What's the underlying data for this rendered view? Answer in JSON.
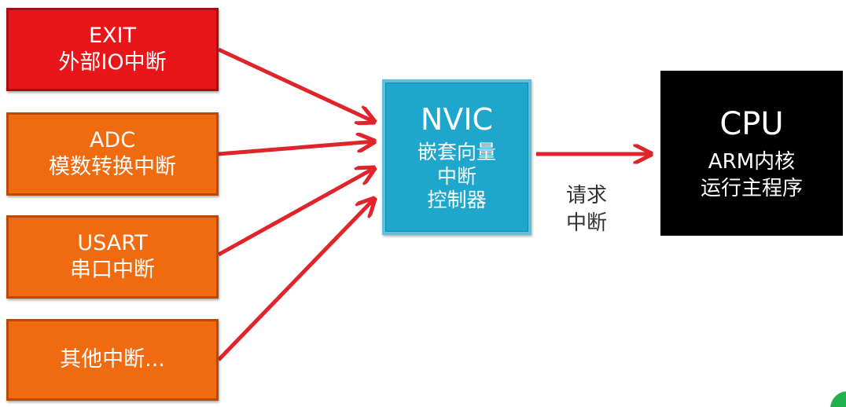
{
  "sources": [
    {
      "line1": "EXIT",
      "line2": "外部IO中断"
    },
    {
      "line1": "ADC",
      "line2": "模数转换中断"
    },
    {
      "line1": "USART",
      "line2": "串口中断"
    },
    {
      "line1": "",
      "line2": "其他中断..."
    }
  ],
  "nvic": {
    "title": "NVIC",
    "line1": "嵌套向量",
    "line2": "中断",
    "line3": "控制器"
  },
  "edge_label": {
    "line1": "请求",
    "line2": "中断"
  },
  "cpu": {
    "title": "CPU",
    "line1": "ARM内核",
    "line2": "运行主程序"
  },
  "colors": {
    "exit_box": "#e8161b",
    "source_box": "#f06a10",
    "nvic_box": "#1ea6cc",
    "cpu_box": "#000000",
    "arrow": "#e0242b"
  }
}
